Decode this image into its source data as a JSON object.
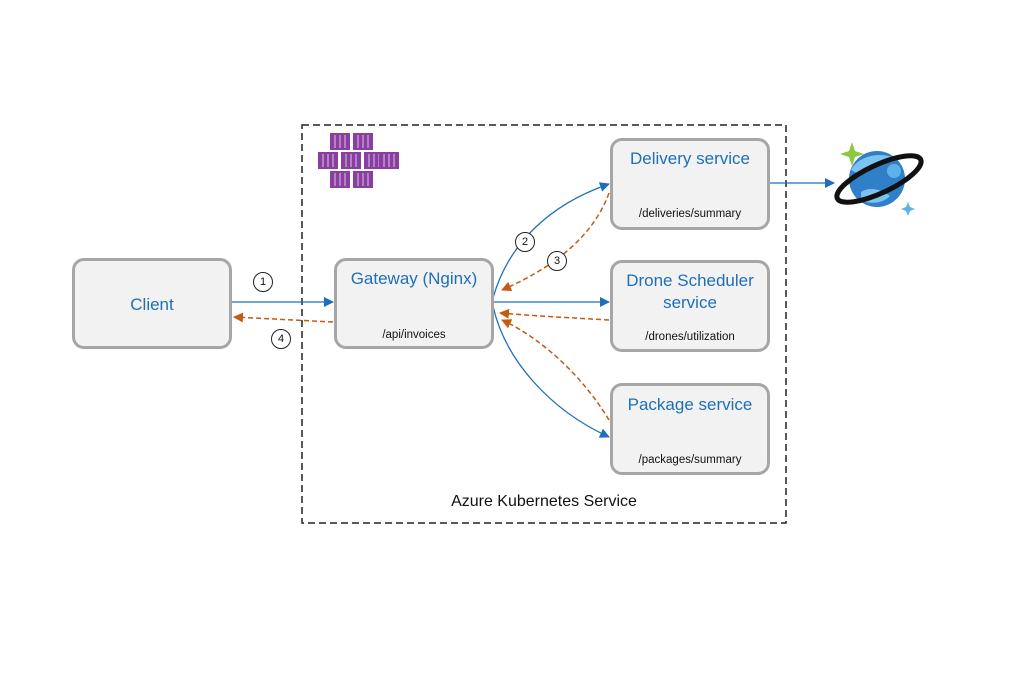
{
  "client": {
    "label": "Client"
  },
  "gateway": {
    "label": "Gateway (Nginx)",
    "path": "/api/invoices"
  },
  "delivery": {
    "label": "Delivery service",
    "path": "/deliveries/summary"
  },
  "drone": {
    "label_line1": "Drone Scheduler",
    "label_line2": "service",
    "path": "/drones/utilization"
  },
  "package": {
    "label": "Package service",
    "path": "/packages/summary"
  },
  "cluster": {
    "label": "Azure Kubernetes Service"
  },
  "steps": [
    "1",
    "2",
    "3",
    "4"
  ],
  "icons": {
    "cluster": "kubernetes-icon",
    "database": "cosmos-db-icon"
  },
  "colors": {
    "request": "#1f6fb8",
    "response": "#c55a11",
    "box_fill": "#f2f2f2",
    "box_border": "#a6a6a6",
    "k8s": "#8a3fa0"
  }
}
